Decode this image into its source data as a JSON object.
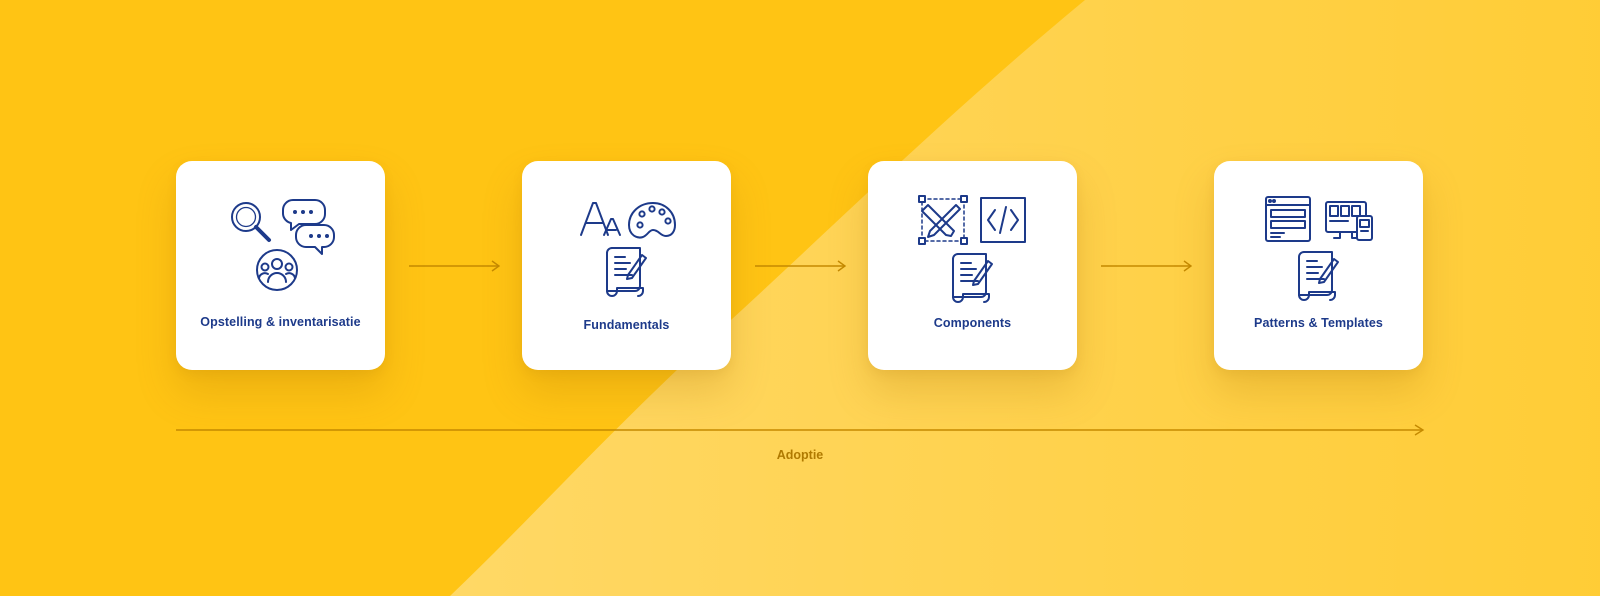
{
  "steps": [
    {
      "label": "Opstelling & inventarisatie",
      "icons": [
        "magnifier-icon",
        "chat-bubbles-icon",
        "team-icon"
      ]
    },
    {
      "label": "Fundamentals",
      "icons": [
        "typography-icon",
        "palette-icon",
        "document-pen-icon"
      ]
    },
    {
      "label": "Components",
      "icons": [
        "vector-edit-icon",
        "code-icon",
        "document-pen-icon"
      ]
    },
    {
      "label": "Patterns & Templates",
      "icons": [
        "layout-template-icon",
        "devices-icon",
        "document-pen-icon"
      ]
    }
  ],
  "timeline": {
    "label": "Adoptie"
  },
  "colors": {
    "background": "#ffc414",
    "background_highlight": "#ffd24d",
    "card": "#ffffff",
    "icon_stroke": "#1d3a8a",
    "arrow": "#c58a00",
    "timeline_label": "#b07a00"
  }
}
